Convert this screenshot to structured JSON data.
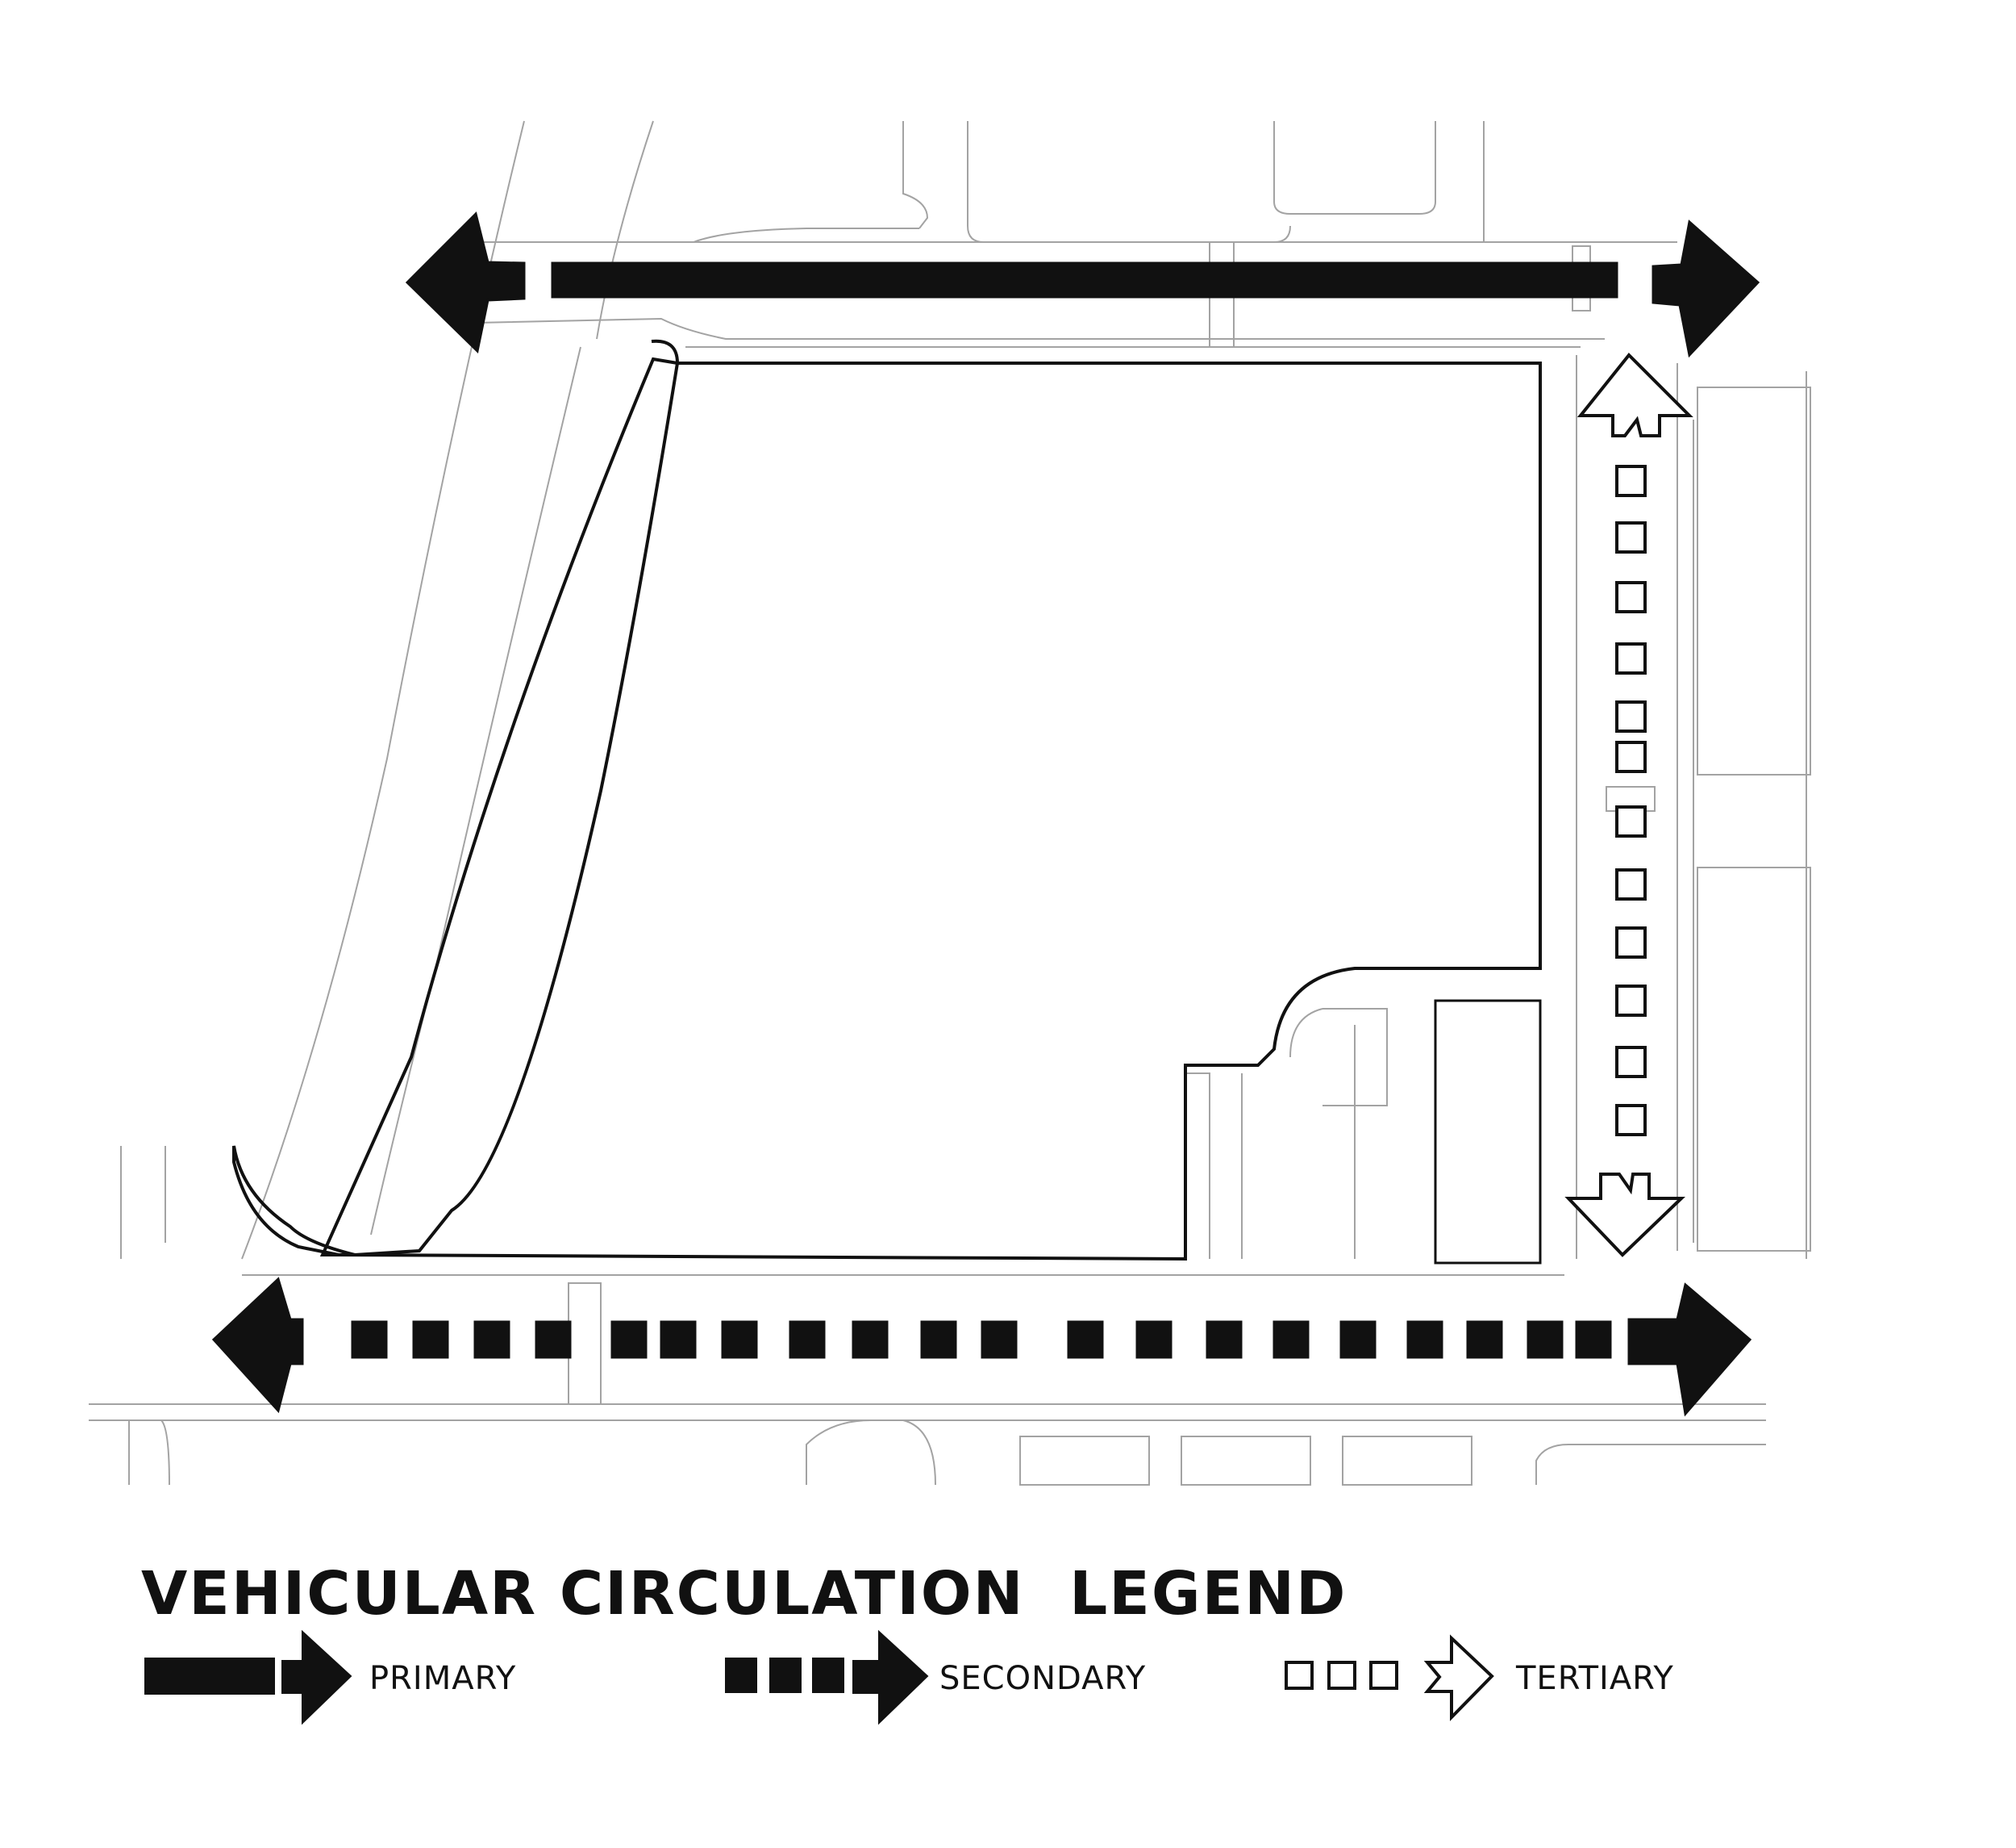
{
  "legend": {
    "title": "VEHICULAR CIRCULATION  LEGEND",
    "items": [
      {
        "key": "primary",
        "label": "PRIMARY"
      },
      {
        "key": "secondary",
        "label": "SECONDARY"
      },
      {
        "key": "tertiary",
        "label": "TERTIARY"
      }
    ]
  },
  "colors": {
    "ink": "#111111",
    "base_lines": "#9a9a9a",
    "paper": "#ffffff"
  }
}
